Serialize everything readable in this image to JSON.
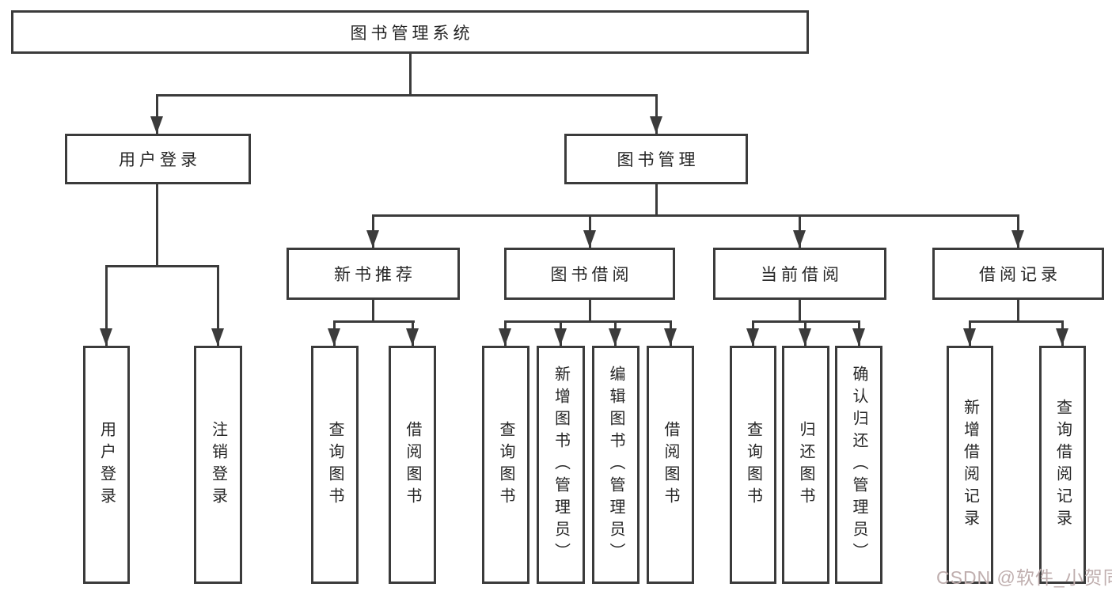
{
  "diagram_title": "图书管理系统",
  "nodes": {
    "root": "图书管理系统",
    "user_login": "用户登录",
    "book_management": "图书管理",
    "new_book_recommend": "新书推荐",
    "book_borrow": "图书借阅",
    "current_borrow": "当前借阅",
    "borrow_records": "借阅记录",
    "leaf_user_login": "用户登录",
    "leaf_logout_login": "注销登录",
    "leaf_nb_query_books": "查询图书",
    "leaf_nb_borrow_books": "借阅图书",
    "leaf_bb_query_books": "查询图书",
    "leaf_bb_add_books": "新增图书（管理员）",
    "leaf_bb_edit_books": "编辑图书（管理员）",
    "leaf_bb_borrow_books": "借阅图书",
    "leaf_cb_query_books": "查询图书",
    "leaf_cb_return_books": "归还图书",
    "leaf_cb_confirm_return": "确认归还（管理员）",
    "leaf_rec_add_record": "新增借阅记录",
    "leaf_rec_query_record": "查询借阅记录"
  },
  "watermark": {
    "text": "CSDN @软件_小贺同学",
    "color": "#bfaeae"
  },
  "colors": {
    "line": "#3b3b3b",
    "text": "#262626",
    "background": "#ffffff"
  }
}
